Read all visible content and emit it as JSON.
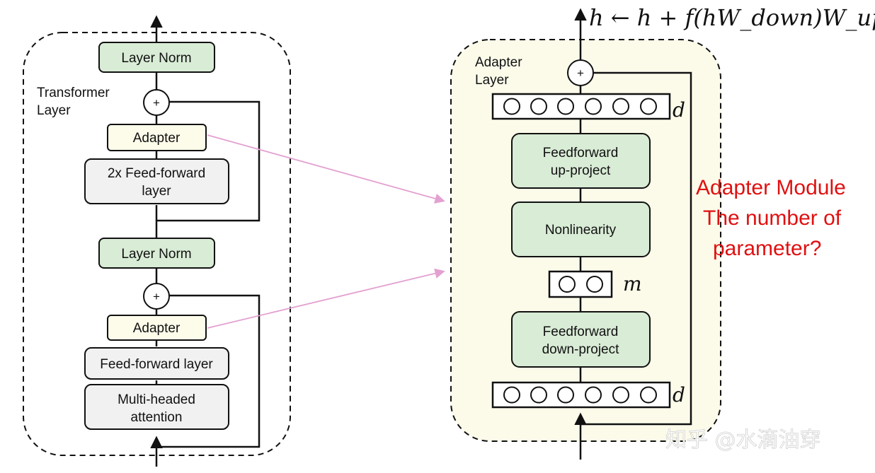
{
  "transformer": {
    "title_line1": "Transformer",
    "title_line2": "Layer",
    "top_layer_norm": "Layer Norm",
    "top_adapter": "Adapter",
    "ff2x_line1": "2x Feed-forward",
    "ff2x_line2": "layer",
    "mid_layer_norm": "Layer Norm",
    "bottom_adapter": "Adapter",
    "ff_layer": "Feed-forward layer",
    "mha_line1": "Multi-headed",
    "mha_line2": "attention",
    "plus": "+"
  },
  "adapter": {
    "title_line1": "Adapter",
    "title_line2": "Layer",
    "plus": "+",
    "up_line1": "Feedforward",
    "up_line2": "up-project",
    "nonlinearity": "Nonlinearity",
    "down_line1": "Feedforward",
    "down_line2": "down-project",
    "dim_d_top": "d",
    "dim_m": "m",
    "dim_d_bottom": "d",
    "formula": "h ← h + f(hW_down)W_up"
  },
  "annotation": {
    "line1": "Adapter Module",
    "line2": "The number of",
    "line3": "parameter?"
  },
  "watermark": "知乎 @水滴油穿",
  "colors": {
    "green_box": "#d9ecd6",
    "yellow_box": "#fdfbe9",
    "gray_box": "#f1f1f1",
    "adapter_panel": "#fcfbea",
    "arrow_pink": "#e3a0d0",
    "annotation_red": "#e01010"
  }
}
